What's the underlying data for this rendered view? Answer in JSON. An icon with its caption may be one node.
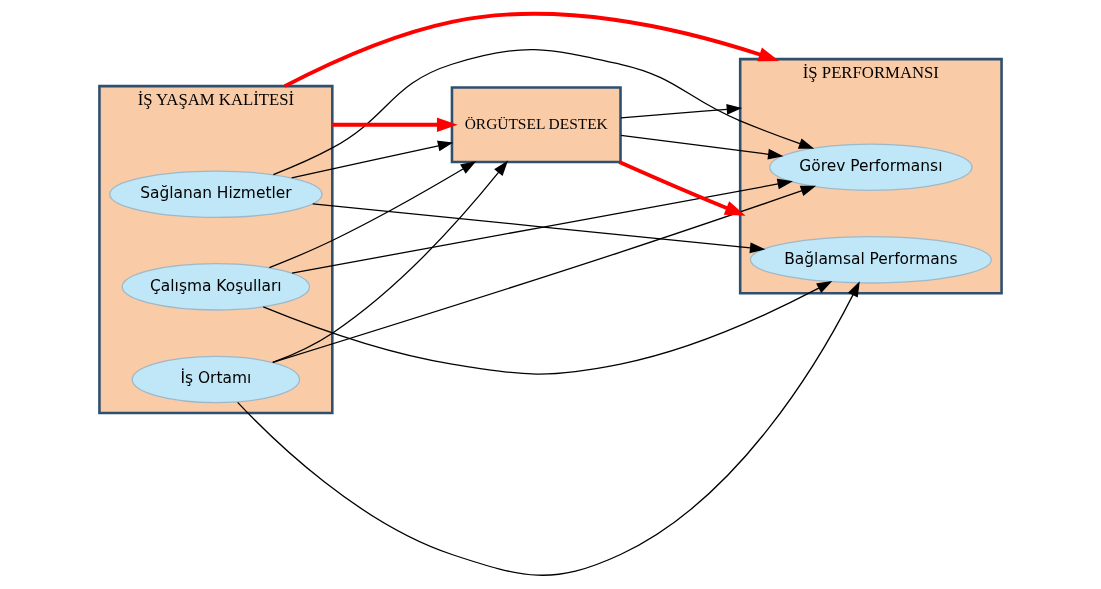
{
  "diagram": {
    "nodes": [
      {
        "text": [
          "İŞ YAŞAM KALİTESİ"
        ]
      },
      {
        "text": [
          "İş Ortamı"
        ],
        "in": 0
      },
      {
        "text": [
          "Çalışma Koşulları"
        ],
        "in": 0
      },
      {
        "text": [
          "Sağlanan Hizmetler"
        ],
        "in": 0
      },
      {
        "text": [
          "ÖRGÜTSEL DESTEK"
        ]
      },
      {
        "text": [
          "İŞ PERFORMANSI"
        ]
      },
      {
        "text": [
          "Bağlamsal Performans"
        ],
        "in": 5
      },
      {
        "text": [
          "Görev Performansı"
        ],
        "in": 5
      }
    ],
    "edges": [
      {
        "from": 0,
        "to": 4,
        "arrow": "to",
        "style": "thick",
        "color": "#ff0000"
      },
      {
        "from": 4,
        "to": 5,
        "arrow": "to",
        "style": "thick",
        "color": "#ff0000"
      },
      {
        "from": 1,
        "to": 4,
        "arrow": "to"
      },
      {
        "from": 2,
        "to": 4,
        "arrow": "to"
      },
      {
        "from": 3,
        "to": 4,
        "arrow": "to"
      },
      {
        "from": 4,
        "to": 5,
        "arrow": "to"
      },
      {
        "from": 4,
        "to": 7,
        "arrow": "to"
      },
      {
        "from": 1,
        "to": 6,
        "arrow": "to"
      },
      {
        "from": 1,
        "to": 7,
        "arrow": "to"
      },
      {
        "from": 2,
        "to": 6,
        "arrow": "to"
      },
      {
        "from": 2,
        "to": 7,
        "arrow": "to"
      },
      {
        "from": 3,
        "to": 6,
        "arrow": "to"
      },
      {
        "from": 3,
        "to": 7,
        "arrow": "to"
      },
      {
        "from": 0,
        "to": 5,
        "arrow": "to",
        "style": "thick",
        "color": "#ff0000"
      }
    ]
  }
}
